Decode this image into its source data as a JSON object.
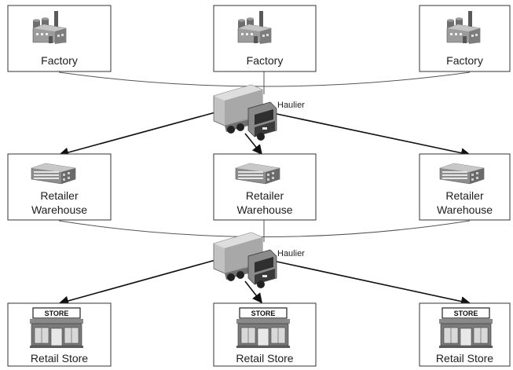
{
  "factories": [
    {
      "label": "Factory",
      "icon": "factory-icon"
    },
    {
      "label": "Factory",
      "icon": "factory-icon"
    },
    {
      "label": "Factory",
      "icon": "factory-icon"
    }
  ],
  "warehouses": [
    {
      "label_line1": "Retailer",
      "label_line2": "Warehouse",
      "icon": "warehouse-icon"
    },
    {
      "label_line1": "Retailer",
      "label_line2": "Warehouse",
      "icon": "warehouse-icon"
    },
    {
      "label_line1": "Retailer",
      "label_line2": "Warehouse",
      "icon": "warehouse-icon"
    }
  ],
  "stores": [
    {
      "label": "Retail Store",
      "sign": "STORE",
      "icon": "store-icon"
    },
    {
      "label": "Retail Store",
      "sign": "STORE",
      "icon": "store-icon"
    },
    {
      "label": "Retail Store",
      "sign": "STORE",
      "icon": "store-icon"
    }
  ],
  "hauliers": [
    {
      "label": "Haulier",
      "icon": "truck-icon"
    },
    {
      "label": "Haulier",
      "icon": "truck-icon"
    }
  ],
  "colors": {
    "box_stroke": "#333333",
    "connector": "#555555",
    "arrow": "#111111",
    "icon_gray": "#8a8a8a"
  }
}
